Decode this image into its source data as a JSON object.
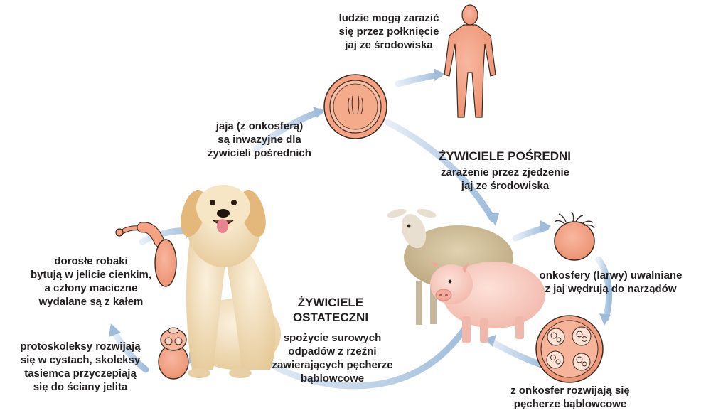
{
  "labels": {
    "humans_infected": "ludzie mogą zarazić\nsię przez połknięcie\njaj ze środowiska",
    "eggs_invasive": "jaja (z onkosferą)\nsą inwazyjne dla\nżywicieli pośrednich",
    "intermediate_hosts_title": "ŻYWICIELE POŚREDNI",
    "intermediate_hosts_desc": "zarażenie przez zjedzenie\njaj ze środowiska",
    "oncospheres_released": "onkosfery (larwy) uwalniane\nz jaj wędrują do narządów",
    "cysts_develop": "z onkosfer rozwijają się\npęcherze bąblowcowe",
    "definitive_hosts_title": "ŻYWICIELE\nOSTATECZNI",
    "definitive_hosts_desc": "spożycie surowych\nodpadów z rzeźni\nzawierających pęcherze\nbąblowcowe",
    "protoscolices": "protoskoleksy rozwijają\nsię w cystach, skoleksy\ntasiemca przyczepiają\nsię do ściany jelita",
    "adult_worms": "dorosłe robaki\nbytują w jelicie cienkim,\na człony maciczne\nwydalane są z kałem"
  },
  "colors": {
    "arrow": "#a9c4df",
    "organism_fill": "#f2a07e",
    "organism_stroke": "#3a2a22",
    "text": "#231f20"
  },
  "icons": [
    "human-silhouette",
    "egg",
    "oncosphere",
    "hydatid-cyst",
    "protoscolex",
    "adult-tapeworm",
    "dog",
    "sheep",
    "pig"
  ]
}
